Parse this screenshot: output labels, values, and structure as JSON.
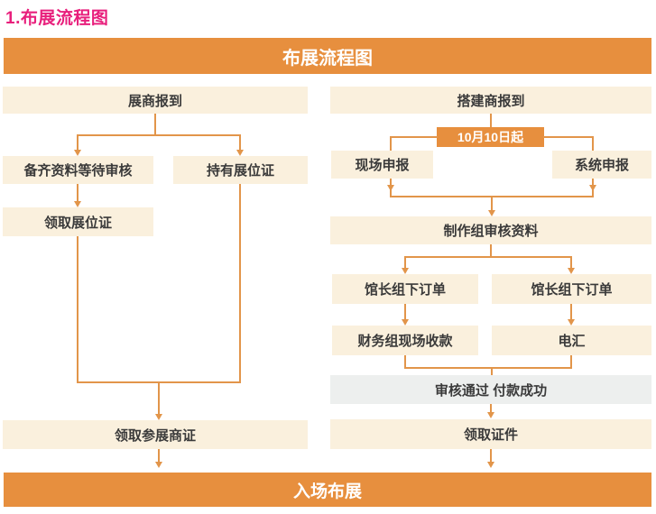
{
  "title": "1.布展流程图",
  "header": {
    "title": "布展流程图"
  },
  "left_flow": {
    "exhibitor_checkin": "展商报到",
    "prepare_materials": "备齐资料等待审核",
    "hold_booth_cert": "持有展位证",
    "receive_booth_cert": "领取展位证",
    "receive_exhibitor_cert": "领取参展商证"
  },
  "right_flow": {
    "builder_checkin": "搭建商报到",
    "start_date": "10月10日起",
    "onsite_declaration": "现场申报",
    "system_declaration": "系统申报",
    "production_team_review": "制作组审核资料",
    "hall_director_order_left": "馆长组下订单",
    "hall_director_order_right": "馆长组下订单",
    "finance_onsite_collection": "财务组现场收款",
    "wire_transfer": "电汇",
    "review_passed_payment_success": "审核通过 付款成功",
    "receive_credentials": "领取证件"
  },
  "footer": {
    "enter_venue_setup": "入场布展"
  },
  "colors": {
    "orange": "#e78f3e",
    "cream_box": "#faf0dd",
    "gray_box": "#edefee",
    "title_pink": "#e81f7c",
    "connector": "#e2954a",
    "box_text": "#3a3a3a"
  }
}
